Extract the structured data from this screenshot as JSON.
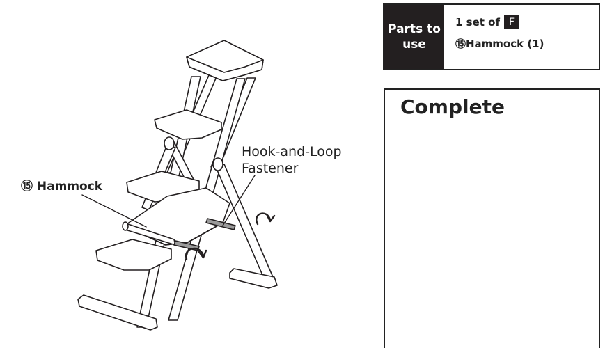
{
  "labels": {
    "hammock": "⑮ Hammock",
    "fastener": "Hook-and-Loop\nFastener"
  },
  "parts": {
    "header": "Parts to\nuse",
    "line1_prefix": "1 set of",
    "set_letter": "F",
    "line2": "⑮Hammock (1)"
  },
  "complete": {
    "title": "Complete"
  }
}
